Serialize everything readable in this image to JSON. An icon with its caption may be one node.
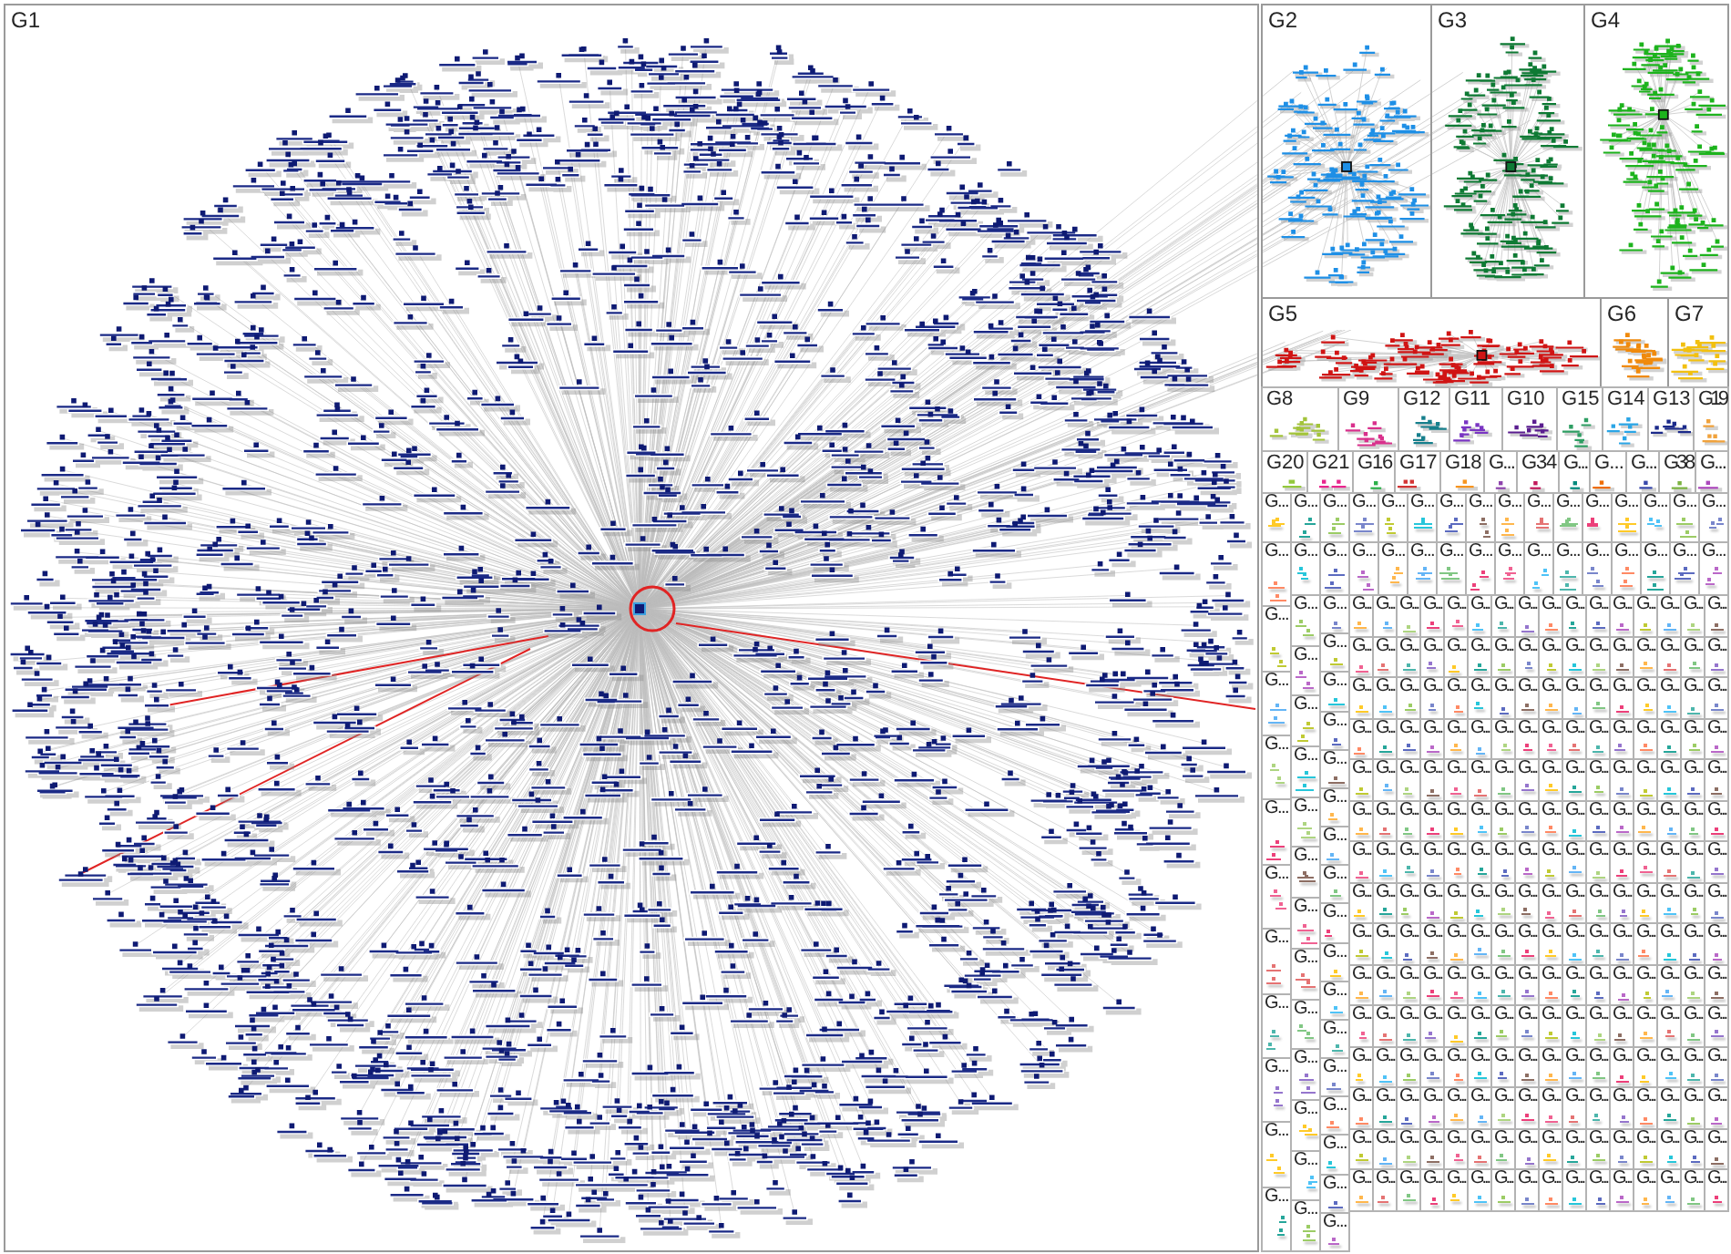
{
  "diagram": {
    "nodes": [
      {
        "text": [
          "G1"
        ]
      },
      {
        "text": [
          "G2"
        ]
      },
      {
        "text": [
          "G3"
        ]
      },
      {
        "text": [
          "G4"
        ]
      },
      {
        "text": [
          "G5"
        ]
      },
      {
        "text": [
          "G6"
        ]
      },
      {
        "text": [
          "G7"
        ]
      },
      {
        "text": [
          "G8"
        ]
      },
      {
        "text": [
          "G9"
        ]
      },
      {
        "text": [
          "G12"
        ]
      },
      {
        "text": [
          "G11"
        ]
      },
      {
        "text": [
          "G10"
        ]
      },
      {
        "text": [
          "G15"
        ]
      },
      {
        "text": [
          "G14"
        ]
      },
      {
        "text": [
          "G13"
        ]
      },
      {
        "text": [
          "G19"
        ]
      },
      {
        "text": [
          "G20"
        ]
      },
      {
        "text": [
          "G21"
        ]
      },
      {
        "text": [
          "G16"
        ]
      },
      {
        "text": [
          "G17"
        ]
      },
      {
        "text": [
          "G18"
        ]
      },
      {
        "text": [
          "G..."
        ]
      },
      {
        "text": [
          "G34"
        ]
      },
      {
        "text": [
          "G..."
        ]
      },
      {
        "text": [
          "G..."
        ]
      },
      {
        "text": [
          "G..."
        ]
      },
      {
        "text": [
          "G38"
        ]
      },
      {
        "text": [
          "G..."
        ]
      },
      {
        "text": [
          "G..."
        ]
      },
      {
        "text": [
          "G..."
        ]
      },
      {
        "text": [
          "G..."
        ]
      },
      {
        "text": [
          "G..."
        ]
      },
      {
        "text": [
          "G..."
        ]
      },
      {
        "text": [
          "G..."
        ]
      },
      {
        "text": [
          "G..."
        ]
      },
      {
        "text": [
          "G..."
        ]
      },
      {
        "text": [
          "G..."
        ]
      },
      {
        "text": [
          "G..."
        ]
      },
      {
        "text": [
          "G..."
        ]
      },
      {
        "text": [
          "G..."
        ]
      },
      {
        "text": [
          "G..."
        ]
      },
      {
        "text": [
          "G..."
        ]
      },
      {
        "text": [
          "G..."
        ]
      },
      {
        "text": [
          "G..."
        ]
      },
      {
        "text": [
          "G..."
        ]
      },
      {
        "text": [
          "G..."
        ]
      },
      {
        "text": [
          "G..."
        ]
      },
      {
        "text": [
          "G..."
        ]
      },
      {
        "text": [
          "G..."
        ]
      },
      {
        "text": [
          "G..."
        ]
      },
      {
        "text": [
          "G..."
        ]
      },
      {
        "text": [
          "G..."
        ]
      },
      {
        "text": [
          "G..."
        ]
      },
      {
        "text": [
          "G..."
        ]
      },
      {
        "text": [
          "G..."
        ]
      },
      {
        "text": [
          "G..."
        ]
      },
      {
        "text": [
          "G..."
        ]
      },
      {
        "text": [
          "G..."
        ]
      },
      {
        "text": [
          "G..."
        ]
      },
      {
        "text": [
          "G..."
        ]
      },
      {
        "text": [
          "G..."
        ]
      },
      {
        "text": [
          "G..."
        ]
      },
      {
        "text": [
          "G..."
        ]
      },
      {
        "text": [
          "G..."
        ]
      },
      {
        "text": [
          "G..."
        ]
      },
      {
        "text": [
          "G..."
        ]
      },
      {
        "text": [
          "G..."
        ]
      },
      {
        "text": [
          "G..."
        ]
      },
      {
        "text": [
          "G..."
        ]
      },
      {
        "text": [
          "G..."
        ]
      },
      {
        "text": [
          "G..."
        ]
      },
      {
        "text": [
          "G..."
        ]
      },
      {
        "text": [
          "G..."
        ]
      },
      {
        "text": [
          "G..."
        ]
      },
      {
        "text": [
          "G..."
        ]
      },
      {
        "text": [
          "G..."
        ]
      },
      {
        "text": [
          "G..."
        ]
      },
      {
        "text": [
          "G..."
        ]
      },
      {
        "text": [
          "G..."
        ]
      },
      {
        "text": [
          "G..."
        ]
      },
      {
        "text": [
          "G..."
        ]
      },
      {
        "text": [
          "G..."
        ]
      },
      {
        "text": [
          "G..."
        ]
      },
      {
        "text": [
          "G..."
        ]
      },
      {
        "text": [
          "G..."
        ]
      },
      {
        "text": [
          "G..."
        ]
      },
      {
        "text": [
          "G..."
        ]
      },
      {
        "text": [
          "G..."
        ]
      },
      {
        "text": [
          "G..."
        ]
      },
      {
        "text": [
          "G..."
        ]
      },
      {
        "text": [
          "G..."
        ]
      },
      {
        "text": [
          "G..."
        ]
      },
      {
        "text": [
          "G..."
        ]
      },
      {
        "text": [
          "G..."
        ]
      },
      {
        "text": [
          "G..."
        ]
      },
      {
        "text": [
          "G..."
        ]
      },
      {
        "text": [
          "G..."
        ]
      },
      {
        "text": [
          "G..."
        ]
      },
      {
        "text": [
          "G..."
        ]
      },
      {
        "text": [
          "G..."
        ]
      },
      {
        "text": [
          "G..."
        ]
      },
      {
        "text": [
          "G..."
        ]
      },
      {
        "text": [
          "G..."
        ]
      },
      {
        "text": [
          "G..."
        ]
      },
      {
        "text": [
          "G..."
        ]
      },
      {
        "text": [
          "G..."
        ]
      },
      {
        "text": [
          "G..."
        ]
      },
      {
        "text": [
          "G..."
        ]
      },
      {
        "text": [
          "G..."
        ]
      },
      {
        "text": [
          "G..."
        ]
      },
      {
        "text": [
          "G..."
        ]
      },
      {
        "text": [
          "G..."
        ]
      },
      {
        "text": [
          "G..."
        ]
      },
      {
        "text": [
          "G..."
        ]
      },
      {
        "text": [
          "G..."
        ]
      },
      {
        "text": [
          "G..."
        ]
      },
      {
        "text": [
          "G..."
        ]
      },
      {
        "text": [
          "G..."
        ]
      },
      {
        "text": [
          "G..."
        ]
      },
      {
        "text": [
          "G..."
        ]
      },
      {
        "text": [
          "G..."
        ]
      },
      {
        "text": [
          "G..."
        ]
      },
      {
        "text": [
          "G..."
        ]
      },
      {
        "text": [
          "G..."
        ]
      },
      {
        "text": [
          "G..."
        ]
      },
      {
        "text": [
          "G..."
        ]
      },
      {
        "text": [
          "G..."
        ]
      },
      {
        "text": [
          "G..."
        ]
      },
      {
        "text": [
          "G..."
        ]
      },
      {
        "text": [
          "G..."
        ]
      },
      {
        "text": [
          "G..."
        ]
      },
      {
        "text": [
          "G..."
        ]
      },
      {
        "text": [
          "G..."
        ]
      },
      {
        "text": [
          "G..."
        ]
      },
      {
        "text": [
          "G..."
        ]
      },
      {
        "text": [
          "G..."
        ]
      },
      {
        "text": [
          "G..."
        ]
      },
      {
        "text": [
          "G..."
        ]
      },
      {
        "text": [
          "G..."
        ]
      },
      {
        "text": [
          "G..."
        ]
      },
      {
        "text": [
          "G..."
        ]
      },
      {
        "text": [
          "G..."
        ]
      },
      {
        "text": [
          "G..."
        ]
      },
      {
        "text": [
          "G..."
        ]
      },
      {
        "text": [
          "G..."
        ]
      },
      {
        "text": [
          "G..."
        ]
      },
      {
        "text": [
          "G..."
        ]
      },
      {
        "text": [
          "G..."
        ]
      },
      {
        "text": [
          "G..."
        ]
      },
      {
        "text": [
          "G..."
        ]
      },
      {
        "text": [
          "G..."
        ]
      },
      {
        "text": [
          "G..."
        ]
      },
      {
        "text": [
          "G..."
        ]
      },
      {
        "text": [
          "G..."
        ]
      },
      {
        "text": [
          "G..."
        ]
      },
      {
        "text": [
          "G..."
        ]
      },
      {
        "text": [
          "G..."
        ]
      },
      {
        "text": [
          "G..."
        ]
      },
      {
        "text": [
          "G..."
        ]
      },
      {
        "text": [
          "G..."
        ]
      },
      {
        "text": [
          "G..."
        ]
      },
      {
        "text": [
          "G..."
        ]
      },
      {
        "text": [
          "G..."
        ]
      },
      {
        "text": [
          "G..."
        ]
      },
      {
        "text": [
          "G..."
        ]
      },
      {
        "text": [
          "G..."
        ]
      },
      {
        "text": [
          "G..."
        ]
      },
      {
        "text": [
          "G..."
        ]
      },
      {
        "text": [
          "G..."
        ]
      },
      {
        "text": [
          "G..."
        ]
      },
      {
        "text": [
          "G..."
        ]
      },
      {
        "text": [
          "G..."
        ]
      },
      {
        "text": [
          "G..."
        ]
      },
      {
        "text": [
          "G..."
        ]
      },
      {
        "text": [
          "G..."
        ]
      },
      {
        "text": [
          "G..."
        ]
      },
      {
        "text": [
          "G..."
        ]
      },
      {
        "text": [
          "G..."
        ]
      },
      {
        "text": [
          "G..."
        ]
      },
      {
        "text": [
          "G..."
        ]
      },
      {
        "text": [
          "G..."
        ]
      },
      {
        "text": [
          "G..."
        ]
      },
      {
        "text": [
          "G..."
        ]
      },
      {
        "text": [
          "G..."
        ]
      },
      {
        "text": [
          "G..."
        ]
      },
      {
        "text": [
          "G..."
        ]
      },
      {
        "text": [
          "G..."
        ]
      },
      {
        "text": [
          "G..."
        ]
      },
      {
        "text": [
          "G..."
        ]
      },
      {
        "text": [
          "G..."
        ]
      },
      {
        "text": [
          "G..."
        ]
      },
      {
        "text": [
          "G..."
        ]
      },
      {
        "text": [
          "G..."
        ]
      },
      {
        "text": [
          "G..."
        ]
      },
      {
        "text": [
          "G..."
        ]
      },
      {
        "text": [
          "G..."
        ]
      },
      {
        "text": [
          "G..."
        ]
      },
      {
        "text": [
          "G..."
        ]
      },
      {
        "text": [
          "G..."
        ]
      },
      {
        "text": [
          "G..."
        ]
      },
      {
        "text": [
          "G..."
        ]
      },
      {
        "text": [
          "G..."
        ]
      },
      {
        "text": [
          "G..."
        ]
      },
      {
        "text": [
          "G..."
        ]
      },
      {
        "text": [
          "G..."
        ]
      },
      {
        "text": [
          "G..."
        ]
      },
      {
        "text": [
          "G..."
        ]
      },
      {
        "text": [
          "G..."
        ]
      },
      {
        "text": [
          "G..."
        ]
      },
      {
        "text": [
          "G..."
        ]
      },
      {
        "text": [
          "G..."
        ]
      },
      {
        "text": [
          "G..."
        ]
      },
      {
        "text": [
          "G..."
        ]
      },
      {
        "text": [
          "G..."
        ]
      },
      {
        "text": [
          "G..."
        ]
      },
      {
        "text": [
          "G..."
        ]
      },
      {
        "text": [
          "G..."
        ]
      },
      {
        "text": [
          "G..."
        ]
      },
      {
        "text": [
          "G..."
        ]
      },
      {
        "text": [
          "G..."
        ]
      },
      {
        "text": [
          "G..."
        ]
      },
      {
        "text": [
          "G..."
        ]
      },
      {
        "text": [
          "G..."
        ]
      },
      {
        "text": [
          "G..."
        ]
      },
      {
        "text": [
          "G..."
        ]
      },
      {
        "text": [
          "G..."
        ]
      },
      {
        "text": [
          "G..."
        ]
      },
      {
        "text": [
          "G..."
        ]
      },
      {
        "text": [
          "G..."
        ]
      },
      {
        "text": [
          "G..."
        ]
      },
      {
        "text": [
          "G..."
        ]
      },
      {
        "text": [
          "G..."
        ]
      },
      {
        "text": [
          "G..."
        ]
      },
      {
        "text": [
          "G..."
        ]
      },
      {
        "text": [
          "G..."
        ]
      },
      {
        "text": [
          "G..."
        ]
      },
      {
        "text": [
          "G..."
        ]
      },
      {
        "text": [
          "G..."
        ]
      },
      {
        "text": [
          "G..."
        ]
      },
      {
        "text": [
          "G..."
        ]
      },
      {
        "text": [
          "G..."
        ]
      },
      {
        "text": [
          "G..."
        ]
      },
      {
        "text": [
          "G..."
        ]
      },
      {
        "text": [
          "G..."
        ]
      },
      {
        "text": [
          "G..."
        ]
      },
      {
        "text": [
          "G..."
        ]
      },
      {
        "text": [
          "G..."
        ]
      },
      {
        "text": [
          "G..."
        ]
      },
      {
        "text": [
          "G..."
        ]
      },
      {
        "text": [
          "G..."
        ]
      },
      {
        "text": [
          "G..."
        ]
      },
      {
        "text": [
          "G..."
        ]
      },
      {
        "text": [
          "G..."
        ]
      },
      {
        "text": [
          "G..."
        ]
      },
      {
        "text": [
          "G..."
        ]
      },
      {
        "text": [
          "G..."
        ]
      },
      {
        "text": [
          "G..."
        ]
      },
      {
        "text": [
          "G..."
        ]
      },
      {
        "text": [
          "G..."
        ]
      },
      {
        "text": [
          "G..."
        ]
      },
      {
        "text": [
          "G..."
        ]
      },
      {
        "text": [
          "G..."
        ]
      },
      {
        "text": [
          "G..."
        ]
      },
      {
        "text": [
          "G..."
        ]
      },
      {
        "text": [
          "G..."
        ]
      },
      {
        "text": [
          "G..."
        ]
      },
      {
        "text": [
          "G..."
        ]
      },
      {
        "text": [
          "G..."
        ]
      },
      {
        "text": [
          "G..."
        ]
      },
      {
        "text": [
          "G..."
        ]
      },
      {
        "text": [
          "G..."
        ]
      },
      {
        "text": [
          "G..."
        ]
      },
      {
        "text": [
          "G..."
        ]
      },
      {
        "text": [
          "G..."
        ]
      },
      {
        "text": [
          "G..."
        ]
      },
      {
        "text": [
          "G..."
        ]
      },
      {
        "text": [
          "G..."
        ]
      },
      {
        "text": [
          "G..."
        ]
      },
      {
        "text": [
          "G..."
        ]
      },
      {
        "text": [
          "G..."
        ]
      },
      {
        "text": [
          "G..."
        ]
      },
      {
        "text": [
          "G..."
        ]
      },
      {
        "text": [
          "G..."
        ]
      },
      {
        "text": [
          "G..."
        ]
      },
      {
        "text": [
          "G..."
        ]
      },
      {
        "text": [
          "G..."
        ]
      },
      {
        "text": [
          "G..."
        ]
      },
      {
        "text": [
          "G..."
        ]
      },
      {
        "text": [
          "G..."
        ]
      },
      {
        "text": [
          "G..."
        ]
      },
      {
        "text": [
          "G..."
        ]
      },
      {
        "text": [
          "G..."
        ]
      },
      {
        "text": [
          "G..."
        ]
      },
      {
        "text": [
          "G..."
        ]
      },
      {
        "text": [
          "G..."
        ]
      },
      {
        "text": [
          "G..."
        ]
      },
      {
        "text": [
          "G..."
        ]
      },
      {
        "text": [
          "G..."
        ]
      },
      {
        "text": [
          "G..."
        ]
      },
      {
        "text": [
          "G..."
        ]
      },
      {
        "text": [
          "G..."
        ]
      },
      {
        "text": [
          "G..."
        ]
      },
      {
        "text": [
          "G..."
        ]
      },
      {
        "text": [
          "G..."
        ]
      },
      {
        "text": [
          "G..."
        ]
      },
      {
        "text": [
          "G..."
        ]
      },
      {
        "text": [
          "G..."
        ]
      },
      {
        "text": [
          "G..."
        ]
      },
      {
        "text": [
          "G..."
        ]
      },
      {
        "text": [
          "G..."
        ]
      },
      {
        "text": [
          "G..."
        ]
      },
      {
        "text": [
          "G..."
        ]
      },
      {
        "text": [
          "G..."
        ]
      },
      {
        "text": [
          "G..."
        ]
      },
      {
        "text": [
          "G..."
        ]
      },
      {
        "text": [
          "G..."
        ]
      },
      {
        "text": [
          "G..."
        ]
      },
      {
        "text": [
          "G..."
        ]
      },
      {
        "text": [
          "G..."
        ]
      },
      {
        "text": [
          "G..."
        ]
      },
      {
        "text": [
          "G..."
        ]
      },
      {
        "text": [
          "G..."
        ]
      },
      {
        "text": [
          "G..."
        ]
      },
      {
        "text": [
          "G..."
        ]
      },
      {
        "text": [
          "G..."
        ]
      },
      {
        "text": [
          "G..."
        ]
      },
      {
        "text": [
          "G..."
        ]
      },
      {
        "text": [
          "G..."
        ]
      },
      {
        "text": [
          "G..."
        ]
      },
      {
        "text": [
          "G..."
        ]
      },
      {
        "text": [
          "G..."
        ]
      },
      {
        "text": [
          "G..."
        ]
      },
      {
        "text": [
          "G..."
        ]
      },
      {
        "text": [
          "G..."
        ]
      },
      {
        "text": [
          "G..."
        ]
      },
      {
        "text": [
          "G..."
        ]
      },
      {
        "text": [
          "G..."
        ]
      },
      {
        "text": [
          "G..."
        ]
      },
      {
        "text": [
          "G..."
        ]
      },
      {
        "text": [
          "G..."
        ]
      }
    ]
  }
}
